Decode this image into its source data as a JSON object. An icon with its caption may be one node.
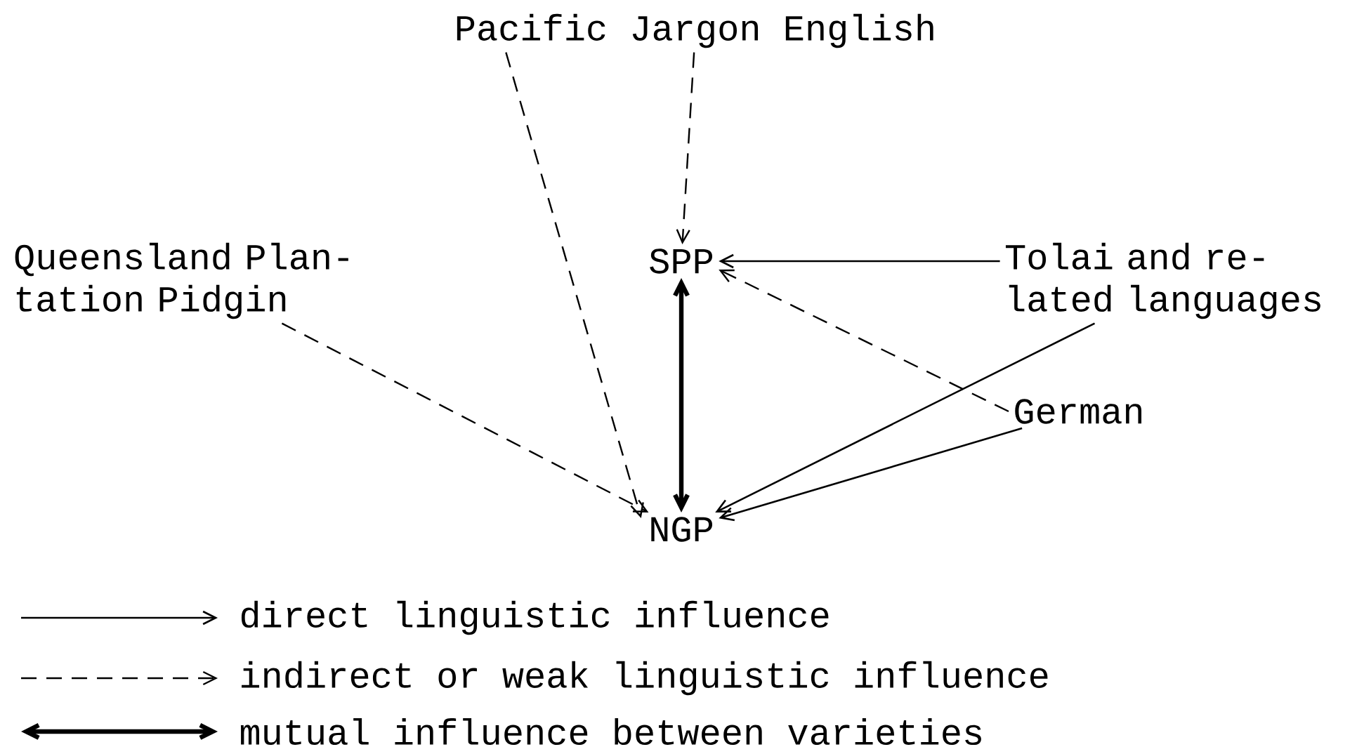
{
  "diagram": {
    "nodes": [
      {
        "text": [
          "Pacific Jargon English"
        ]
      },
      {
        "text": [
          "Queensland Plan- tation Pidgin"
        ]
      },
      {
        "text": [
          "SPP"
        ]
      },
      {
        "text": [
          "Tolai and re- lated languages"
        ]
      },
      {
        "text": [
          "German"
        ]
      },
      {
        "text": [
          "NGP"
        ]
      }
    ],
    "edges": [
      {
        "from": 0,
        "to": 2,
        "arrow": "to",
        "style": "dashed"
      },
      {
        "from": 0,
        "to": 5,
        "arrow": "to",
        "style": "dashed"
      },
      {
        "from": 1,
        "to": 5,
        "arrow": "to",
        "style": "dashed"
      },
      {
        "from": 3,
        "to": 2,
        "arrow": "to"
      },
      {
        "from": 3,
        "to": 5,
        "arrow": "to"
      },
      {
        "from": 4,
        "to": 2,
        "arrow": "to",
        "style": "dashed"
      },
      {
        "from": 4,
        "to": 5,
        "arrow": "to"
      },
      {
        "from": 2,
        "to": 5,
        "arrow": "both",
        "style": "thick"
      }
    ],
    "legend": [
      {
        "text": "direct linguistic influence"
      },
      {
        "text": "indirect or weak linguistic influence"
      },
      {
        "text": "mutual influence between varieties"
      }
    ]
  }
}
